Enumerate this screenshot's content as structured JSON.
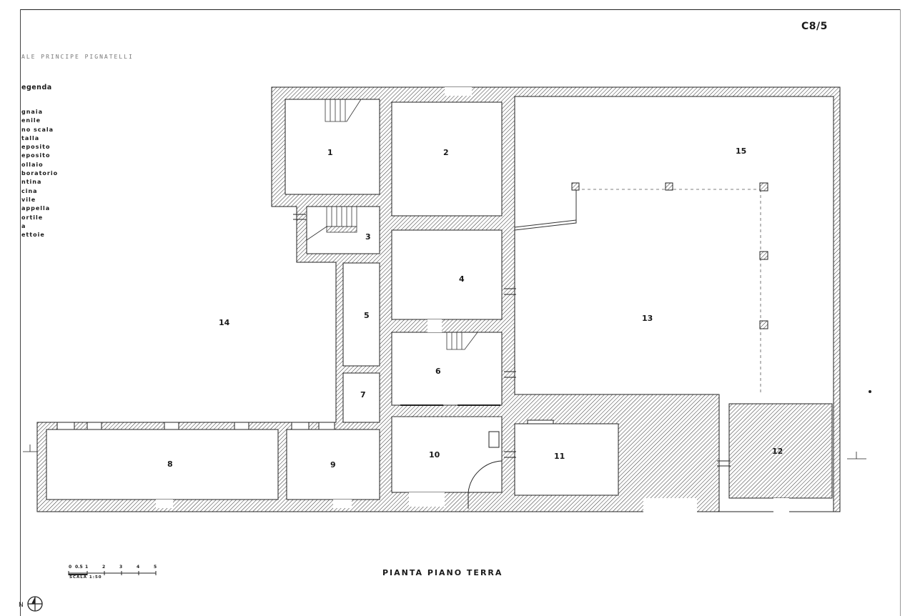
{
  "sheet": {
    "code": "C8/5",
    "header": "ALE PRINCIPE PIGNATELLI",
    "title": "PIANTA PIANO TERRA"
  },
  "legend": {
    "title": "egenda",
    "items": [
      "gnaia",
      "enile",
      "no scala",
      "talla",
      "eposito",
      "eposito",
      "ollaio",
      "boratorio",
      "ntina",
      "cina",
      "vile",
      "appella",
      "ortile",
      "a",
      "ettoie"
    ]
  },
  "rooms": {
    "r1": "1",
    "r2": "2",
    "r3": "3",
    "r4": "4",
    "r5": "5",
    "r6": "6",
    "r7": "7",
    "r8": "8",
    "r9": "9",
    "r10": "10",
    "r11": "11",
    "r12": "12",
    "r13": "13",
    "r14": "14",
    "r15": "15"
  },
  "scale": {
    "ticks": [
      "0",
      "0.5",
      "1",
      "2",
      "3",
      "4",
      "5"
    ],
    "caption": "SCALA 1:50"
  },
  "north": {
    "letter": "N"
  },
  "colors": {
    "ink": "#1a1a1a",
    "hatch": "#333333",
    "paper": "#ffffff"
  }
}
